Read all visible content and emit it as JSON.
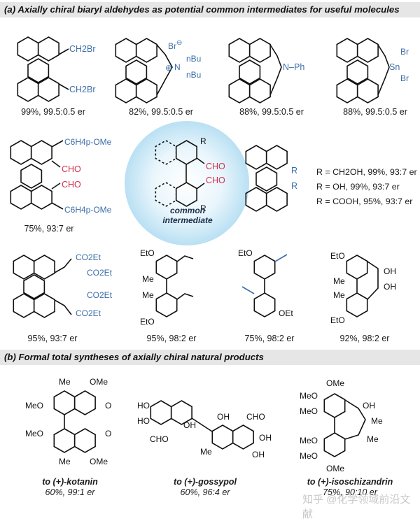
{
  "section_a": {
    "tag": "(a)",
    "title": "Axially chiral biaryl aldehydes as potential common intermediates for useful molecules"
  },
  "section_b": {
    "tag": "(b)",
    "title": "Formal total syntheses of axially chiral natural products"
  },
  "compounds_row1": [
    {
      "substituent_1": "CH2Br",
      "substituent_2": "CH2Br",
      "result": "99%, 99.5:0.5 er"
    },
    {
      "counterion": "Br",
      "charge": "⊖",
      "n_charge": "⊕",
      "group": "nBu",
      "result": "82%, 99.5:0.5 er"
    },
    {
      "group": "N–Ph",
      "result": "88%, 99.5:0.5 er"
    },
    {
      "atom": "Sn",
      "ligand": "Br",
      "result": "88%, 99.5:0.5 er"
    }
  ],
  "compounds_row2": [
    {
      "substituent": "C6H4p-OMe",
      "aldehyde": "CHO",
      "result": "75%, 93:7 er"
    },
    {
      "core": "common intermediate",
      "aldehyde": "CHO",
      "r_group": "R"
    },
    {
      "r_group": "R",
      "options": [
        "R = CH2OH, 99%, 93:7 er",
        "R = OH, 99%, 93:7 er",
        "R = COOH, 95%, 93:7 er"
      ]
    }
  ],
  "common": {
    "line1": "common",
    "line2": "intermediate"
  },
  "compounds_row3": [
    {
      "ester": "CO2Et",
      "result": "95%, 93:7 er"
    },
    {
      "groups": [
        "EtO",
        "Me"
      ],
      "result": "95%, 98:2 er"
    },
    {
      "groups": [
        "EtO",
        "OEt"
      ],
      "result": "75%, 98:2 er"
    },
    {
      "groups": [
        "EtO",
        "Me",
        "OH"
      ],
      "result": "92%, 98:2 er"
    }
  ],
  "natural_products": [
    {
      "name": "to (+)-kotanin",
      "result": "60%, 99:1 er",
      "groups": [
        "Me",
        "OMe",
        "MeO",
        "O"
      ]
    },
    {
      "name": "to (+)-gossypol",
      "result": "60%, 96:4 er",
      "groups": [
        "HO",
        "OH",
        "CHO",
        "Me"
      ]
    },
    {
      "name": "to (+)-isoschizandrin",
      "result": "75%, 90:10 er",
      "groups": [
        "OMe",
        "MeO",
        "OH",
        "Me"
      ]
    }
  ],
  "watermark": "知乎 @化学领域前沿文献",
  "colors": {
    "blue": "#3d6ea8",
    "red": "#d0314e",
    "header_bg": "#e6e6e6",
    "glow": "#b9e0f3"
  }
}
